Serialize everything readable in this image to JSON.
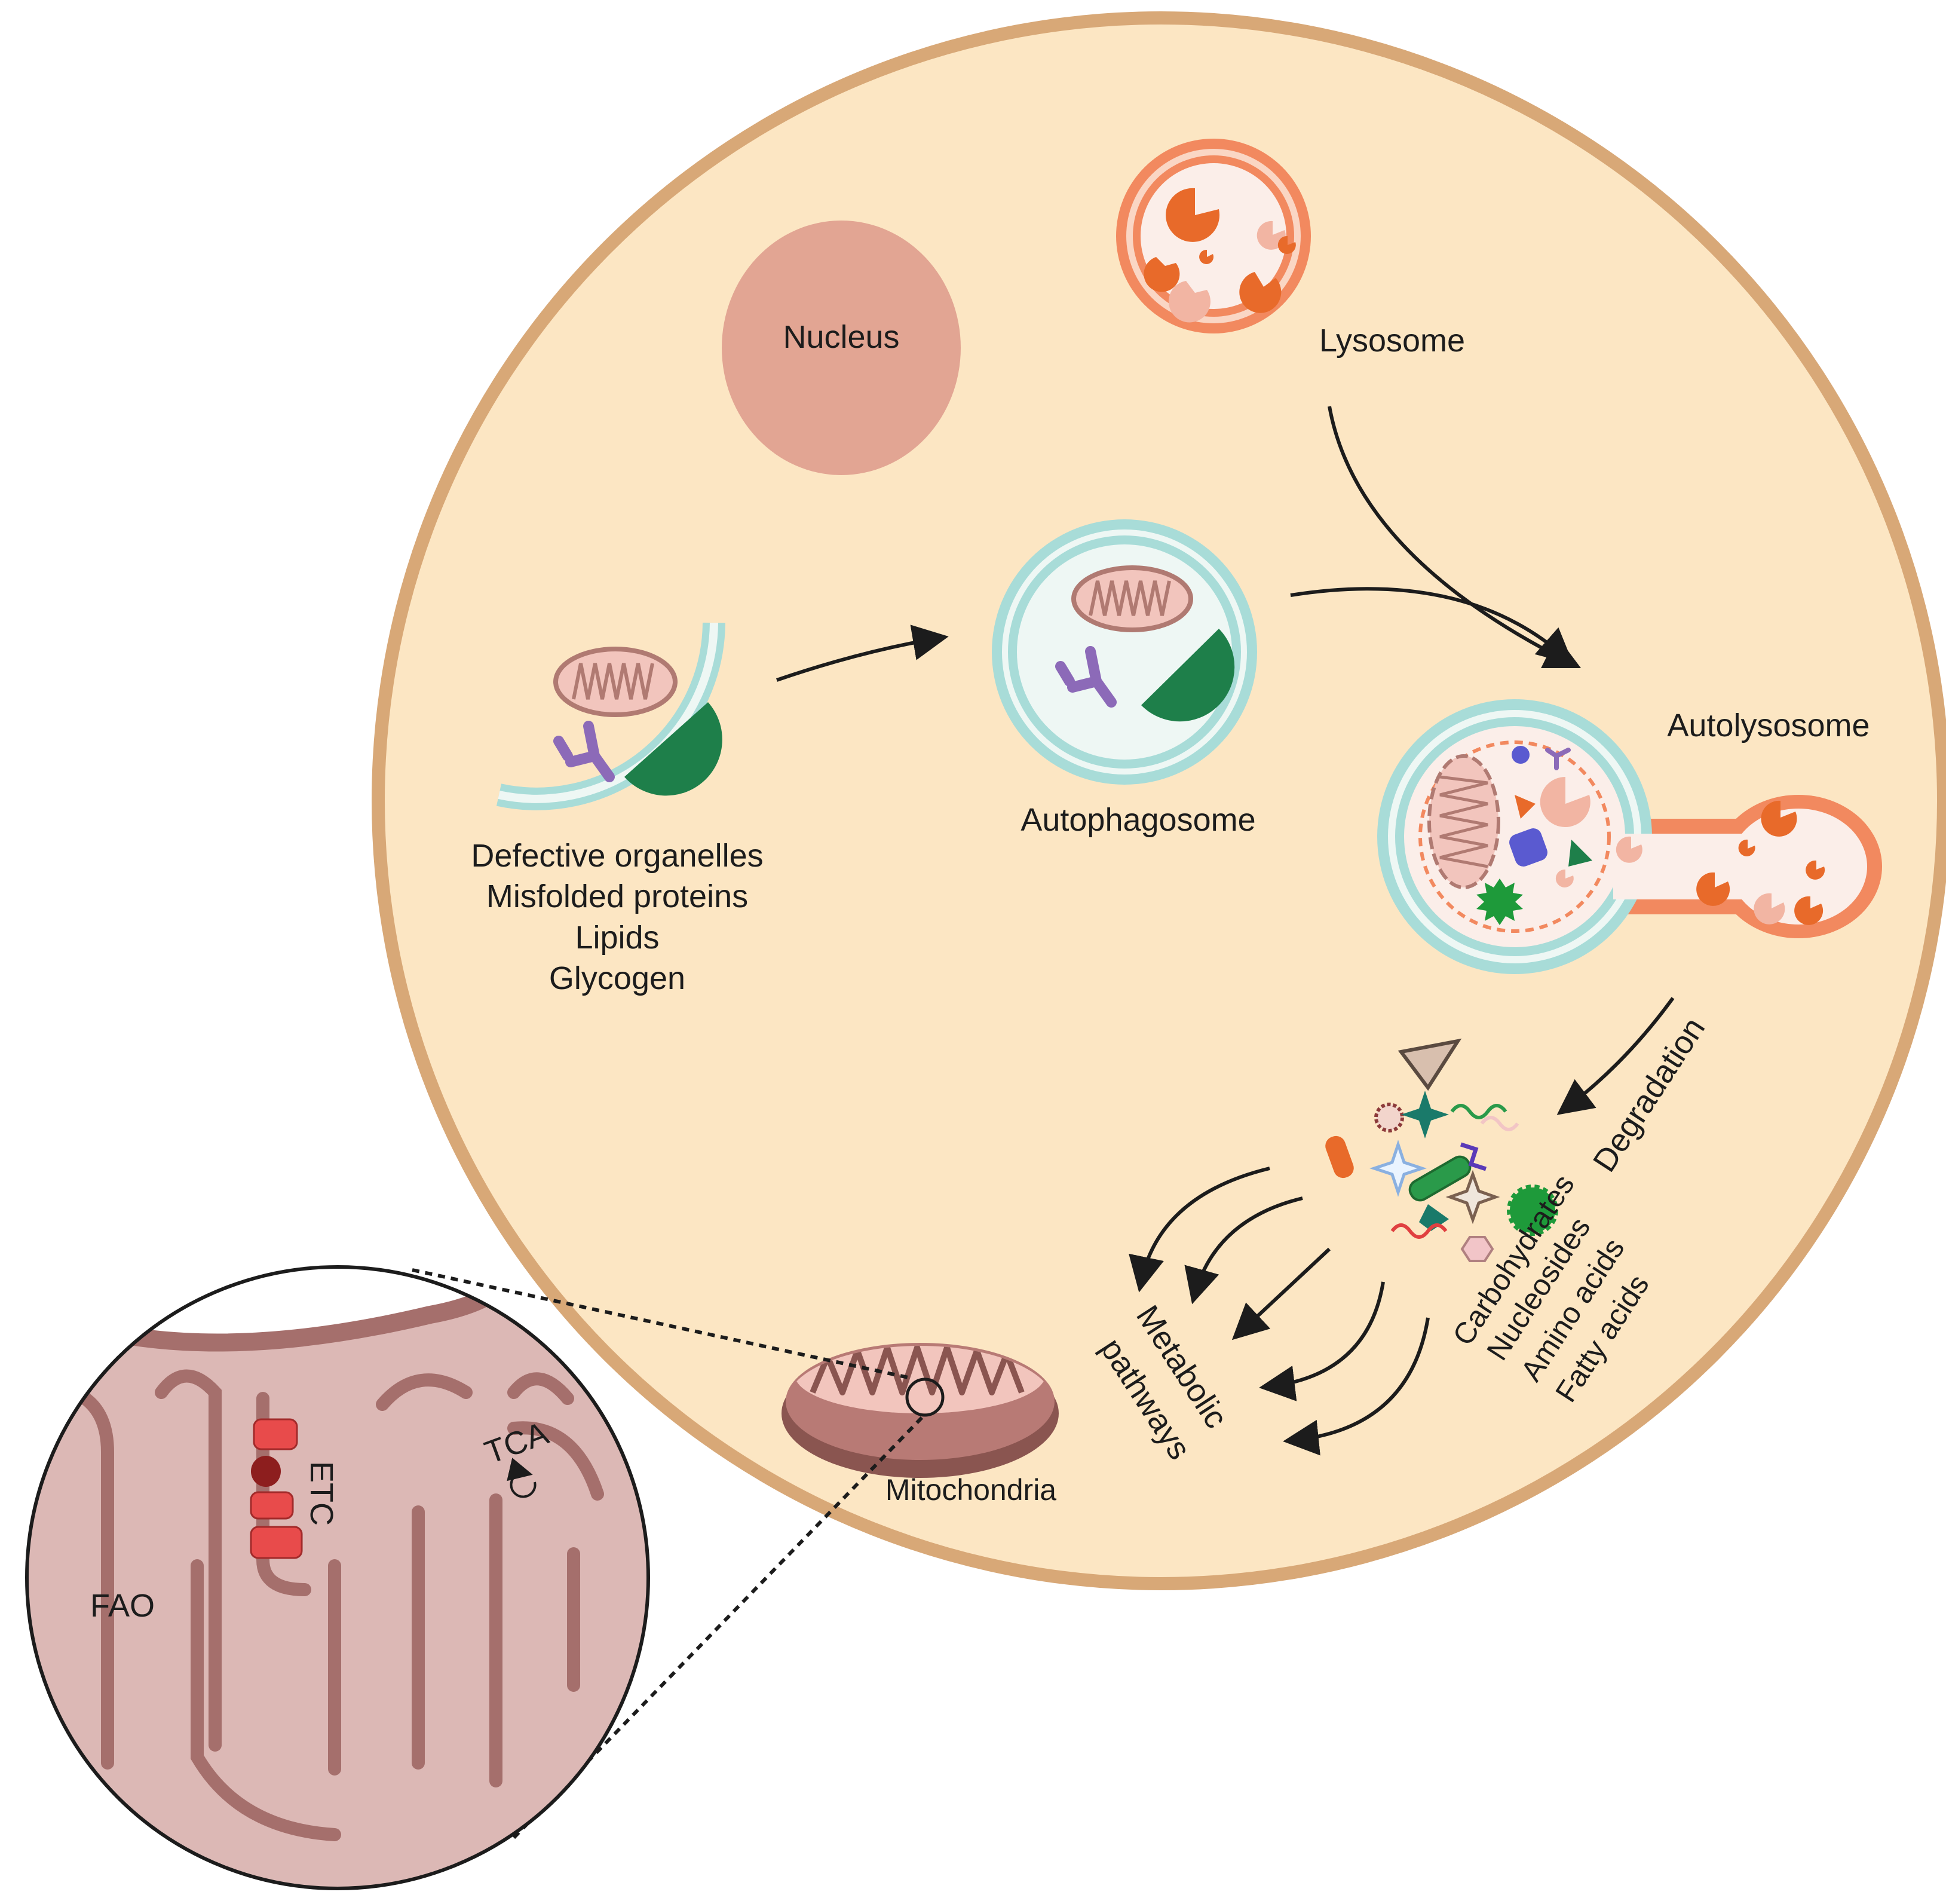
{
  "labels": {
    "nucleus": "Nucleus",
    "lysosome": "Lysosome",
    "autophagosome": "Autophagosome",
    "autolysosome": "Autolysosome",
    "cargo": [
      "Defective organelles",
      "Misfolded proteins",
      "Lipids",
      "Glycogen"
    ],
    "degradation": "Degradation",
    "products": [
      "Carbohydrates",
      "Nucleosides",
      "Amino acids",
      "Fatty acids"
    ],
    "metabolic": [
      "Metabolic",
      "pathways"
    ],
    "mitochondria": "Mitochondria",
    "zoom_etc": "ETC",
    "zoom_tca": "TCA",
    "zoom_fao": "FAO"
  },
  "colors": {
    "cytoplasm": "#fce6c3",
    "cell_border": "#d8a877",
    "nucleus": "#e2a593",
    "lysosome_membrane": "#f2895f",
    "lysosome_inner": "#fbeee9",
    "enzyme": "#e86a2a",
    "enzyme_light": "#f2b5a3",
    "phagophore": "#a8dcd8",
    "phagophore_inner": "#eef7f4",
    "mito_fill": "#f2c5bd",
    "mito_stroke": "#b07a72",
    "protein": "#8c6ab8",
    "glycogen": "#1e7f4a",
    "zoom_bg": "#dcb8b5",
    "zoom_crista": "#a56f6c",
    "etc_box": "#e84b4b",
    "etc_dot": "#8d1e1e"
  }
}
